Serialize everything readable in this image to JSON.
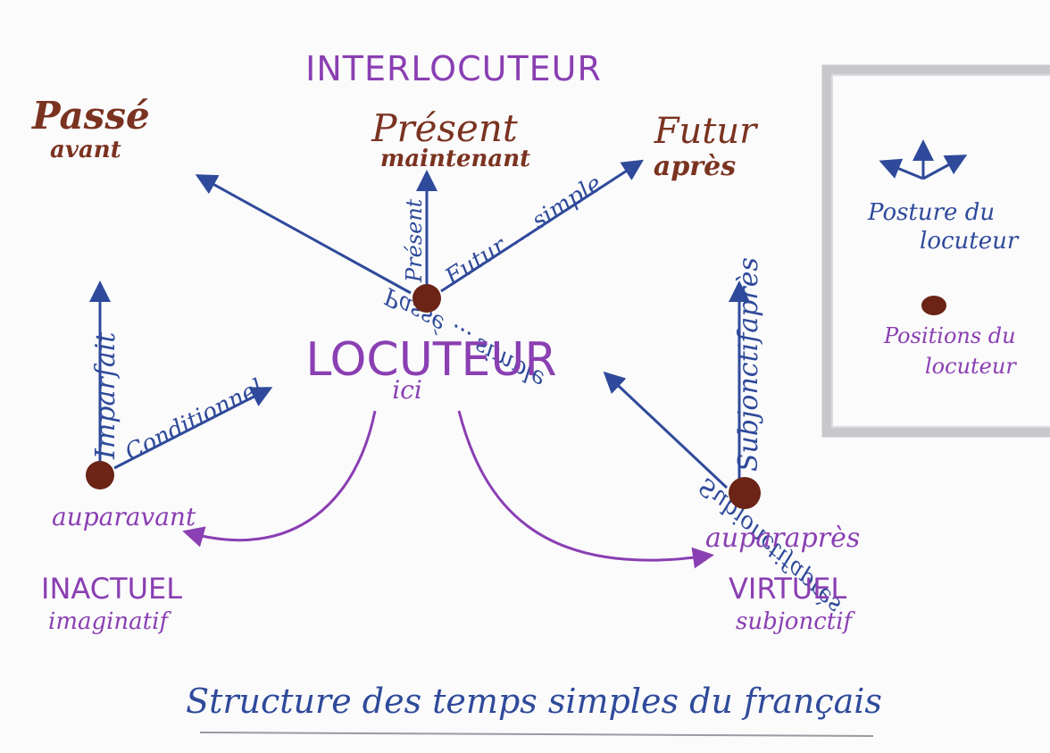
{
  "colors": {
    "brown": "#7a3320",
    "blue": "#2f4a9a",
    "violet": "#8a3fb2",
    "dot": "#6b2416",
    "frame": "#c7c7cc",
    "paper": "#fbfbfc",
    "underline": "#9a9aa3"
  },
  "top": {
    "interlocuteur": "INTERLOCUTEUR"
  },
  "time": {
    "passe": "Passé",
    "avant": "avant",
    "present": "Présent",
    "maintenant": "maintenant",
    "futur": "Futur",
    "apres": "après"
  },
  "arrows": {
    "passe_simple": "Passé ... simple",
    "present": "Présent",
    "futur_simple": "Futur ... simple",
    "imparfait": "Imparfait",
    "conditionnel": "Conditionnel",
    "subjonctif_apres": "Subjonctifaprès",
    "subjonctif_mirror": "Subjonctifaprès"
  },
  "center": {
    "locuteur": "LOCUTEUR",
    "ici": "ici"
  },
  "left": {
    "auparavant": "auparavant",
    "inactuel": "INACTUEL",
    "imaginatif": "imaginatif"
  },
  "right": {
    "auparapres": "auparaprès",
    "virtuel": "VIRTUEL",
    "subjonctif": "subjonctif"
  },
  "legend": {
    "posture_line1": "Posture du",
    "posture_line2": "locuteur",
    "positions_line1": "Positions du",
    "positions_line2": "locuteur",
    "icon": "posture-arrows-icon"
  },
  "caption": "Structure des temps simples du français"
}
